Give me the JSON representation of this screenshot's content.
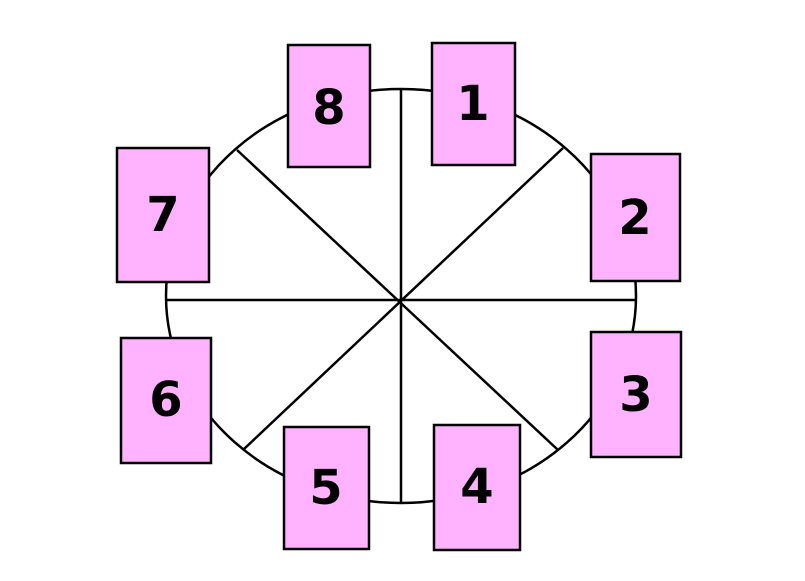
{
  "colors": {
    "card_fill": "#ffb3ff",
    "line": "#000000",
    "background": "#ffffff"
  },
  "diagram": {
    "spokes": 8,
    "cards": [
      {
        "label": "1"
      },
      {
        "label": "2"
      },
      {
        "label": "3"
      },
      {
        "label": "4"
      },
      {
        "label": "5"
      },
      {
        "label": "6"
      },
      {
        "label": "7"
      },
      {
        "label": "8"
      }
    ]
  }
}
